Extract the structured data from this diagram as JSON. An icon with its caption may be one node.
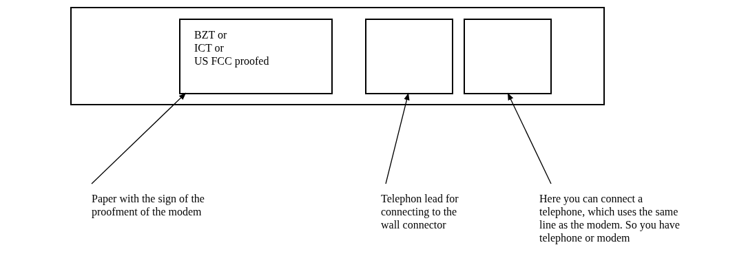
{
  "diagram": {
    "nodes": [
      {
        "text": [],
        "shape": "box"
      },
      {
        "text": [
          "BZT or",
          "ICT or",
          "US FCC proofed"
        ],
        "in": 0
      },
      {
        "text": [],
        "shape": "box",
        "in": 0
      },
      {
        "text": [],
        "shape": "box",
        "in": 0
      },
      {
        "text": [
          "Paper with the sign of the proofment of the modem"
        ]
      },
      {
        "text": [
          "Telephon lead for connecting to the wall connector"
        ]
      },
      {
        "text": [
          "Here you can connect a telephone, which uses the same line as the modem. So you have telephone or modem"
        ]
      }
    ],
    "edges": [
      {
        "from": 4,
        "to": 1,
        "arrow": "to"
      },
      {
        "from": 5,
        "to": 2,
        "arrow": "to"
      },
      {
        "from": 6,
        "to": 3,
        "arrow": "to"
      }
    ]
  }
}
